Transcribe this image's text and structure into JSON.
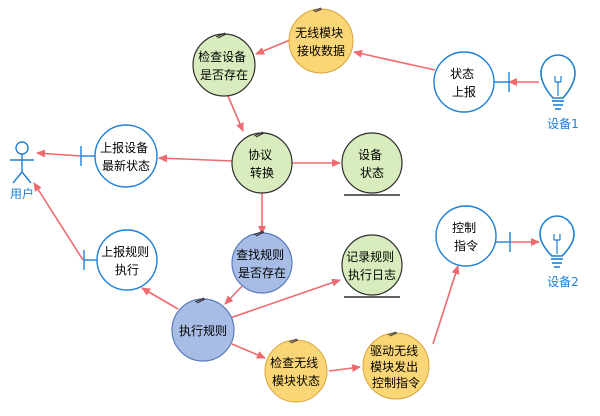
{
  "colors": {
    "arrow": "#ef6a6e",
    "blue_stroke": "#1d7fd6",
    "boundary_fill": "#ffffff",
    "control_fill": "#d9ecbd",
    "control_stroke": "#2e2e2e",
    "entity_fill": "#d9ecbd",
    "module_fill": "#fbd676",
    "module_stroke": "#d8a43a",
    "query_fill": "#a7bde6",
    "query_stroke": "#5b7bb9"
  },
  "actors": {
    "user": {
      "label": "用户",
      "icon": "stick-figure-icon"
    },
    "device1": {
      "label": "设备1",
      "icon": "lightbulb-icon"
    },
    "device2": {
      "label": "设备2",
      "icon": "lightbulb-icon"
    }
  },
  "nodes": {
    "wireless_receive": {
      "lines": [
        "无线模块",
        "接收数据"
      ]
    },
    "check_device": {
      "lines": [
        "检查设备",
        "是否存在"
      ]
    },
    "status_report": {
      "lines": [
        "状态",
        "上报"
      ]
    },
    "report_latest": {
      "lines": [
        "上报设备",
        "最新状态"
      ]
    },
    "protocol_convert": {
      "lines": [
        "协议",
        "转换"
      ]
    },
    "device_state": {
      "lines": [
        "设备",
        "状态"
      ]
    },
    "report_rule": {
      "lines": [
        "上报规则",
        "执行"
      ]
    },
    "find_rule": {
      "lines": [
        "查找规则",
        "是否存在"
      ]
    },
    "record_log": {
      "lines": [
        "记录规则",
        "执行日志"
      ]
    },
    "control_cmd": {
      "lines": [
        "控制",
        "指令"
      ]
    },
    "execute_rule": {
      "lines": [
        "执行规则"
      ]
    },
    "check_wireless": {
      "lines": [
        "检查无线",
        "模块状态"
      ]
    },
    "drive_wireless": {
      "lines": [
        "驱动无线",
        "模块发出",
        "控制指令"
      ]
    }
  }
}
